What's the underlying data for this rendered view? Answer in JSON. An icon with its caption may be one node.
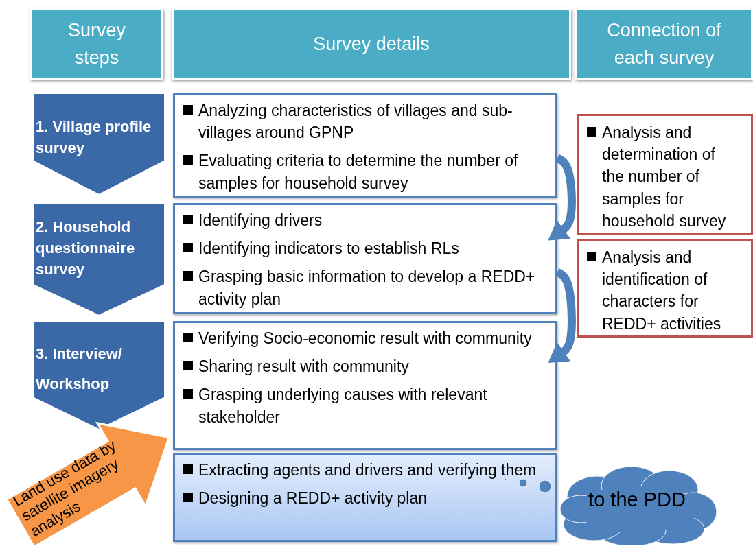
{
  "diagram": {
    "nodes": [
      {
        "text": [
          "Survey steps"
        ]
      },
      {
        "text": [
          "Survey details"
        ]
      },
      {
        "text": [
          "Connection of each survey"
        ]
      },
      {
        "text": [
          "1. Village profile survey"
        ]
      },
      {
        "text": [
          "Analyzing characteristics of villages and sub-villages around GPNP",
          "Evaluating criteria to determine the number of samples for household survey"
        ]
      },
      {
        "text": [
          "2. Household questionnaire survey"
        ]
      },
      {
        "text": [
          "Identifying drivers",
          "Identifying indicators to establish RLs",
          "Grasping basic information to develop a REDD+ activity plan"
        ]
      },
      {
        "text": [
          "3. Interview/ Workshop"
        ]
      },
      {
        "text": [
          "Verifying Socio-economic result with community",
          "Sharing result with community",
          "Grasping underlying causes with relevant stakeholder"
        ]
      },
      {
        "text": [
          "Land use data by satellite imagery analysis"
        ]
      },
      {
        "text": [
          "Extracting agents and drivers and verifying them",
          "Designing a REDD+ activity plan"
        ]
      },
      {
        "text": [
          "Analysis and determination of the number of samples for household survey"
        ]
      },
      {
        "text": [
          "Analysis and identification of characters for REDD+ activities"
        ]
      },
      {
        "text": [
          "to the PDD"
        ]
      }
    ],
    "edges": [
      {
        "from": 4,
        "to": 6,
        "arrow": "to"
      },
      {
        "from": 6,
        "to": 8,
        "arrow": "to"
      }
    ]
  }
}
